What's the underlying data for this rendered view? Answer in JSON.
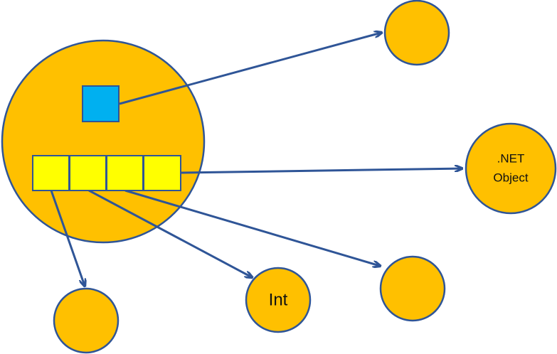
{
  "colors": {
    "node_fill": "#FFC000",
    "node_stroke": "#2F5597",
    "edge": "#2F5597",
    "blue_box": "#00B0F0",
    "yellow_cell": "#FFFF00"
  },
  "labels": {
    "net_object_line1": ".NET",
    "net_object_line2": "Object",
    "int_label": "Int"
  }
}
